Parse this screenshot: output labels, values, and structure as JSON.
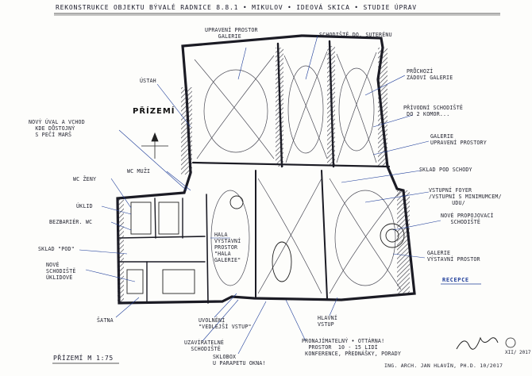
{
  "title": "REKONSTRUKCE OBJEKTU BÝVALÉ RADNICE 8.8.1 • MIKULOV • IDEOVÁ SKICA • STUDIE ÚPRAV",
  "floor_label": "PŘÍZEMÍ",
  "scale_label": "PŘÍZEMÍ M 1:75",
  "reception_label": "RECEPCE",
  "labels": {
    "upper_space_gallery": "UPRAVENÍ PROSTOR\n    GALERIE",
    "staircase_basement": "SCHODIŠTĚ DO. SUTERÉNU",
    "passage_gallery": "PRŮCHOZÍ\nZÁDOVÍ GALERIE",
    "new_stairs_rooms": "PŘÍVODNÍ SCHODIŠTĚ\n DO 2 KOMOR...",
    "exit": "ÚSTAH",
    "gallery_space": "GALERIE\nUPRAVENÍ PROSTORY",
    "new_wall_with_doors": "NOVÝ ÚVAL A VCHOD\n  KDE DŮSTOJNÝ\n  S PEČÍ MARŠ",
    "wc_men": "WC MUŽI",
    "storage_under_stairs": "SKLAD POD SCHODY",
    "wc_women": "WC ŽENY",
    "entry_foyer": "VSTUPNÍ FOYER\n/VSTUPNÍ S MINIMUMCEM/\n       UDU/",
    "cleaning": "ÚKLID",
    "new_spiral_stairs": "NOVÉ PROPOJOVACÍ\n   SCHODIŠTĚ",
    "barrier_free_wc": "BEZBARIÉR. WC",
    "hall_exhibition_space": "HALA\nVÝSTAVNÍ\nPROSTOR\n\"HALA\nGALERIE\"",
    "storage_under": "SKLAD \"POD\"",
    "gallery_exhibition_space": "GALERIE\nVÝSTAVNÍ PROSTOR",
    "new_stairs_service": "NOVÉ\nSCHODIŠTĚ\nÚKLIDOVÉ",
    "wardrobe": "ŠATNA",
    "side_entry": "UVOLNĚNÍ\n\"VEDLEJŠÍ VSTUP\"",
    "main_entry": "HLAVNÍ\nVSTUP",
    "wheelchair_access": "UZAVÍRATELNÉ\n  SCHODIŠTĚ",
    "rental_space": "PRONAJÍMATELNÝ • OTTÁRNA!\n  PROSTOR  10 - 15 LIDÍ\n KONFERENCE, PŘEDNÁŠKY, PORADY",
    "display_case": "SKLOBOX\nU PARAPETU OKNA!"
  },
  "signature": "ING. ARCH. JAN HLAVÍN, PH.D. 10/2017",
  "signature_short": "XII/ 2017"
}
